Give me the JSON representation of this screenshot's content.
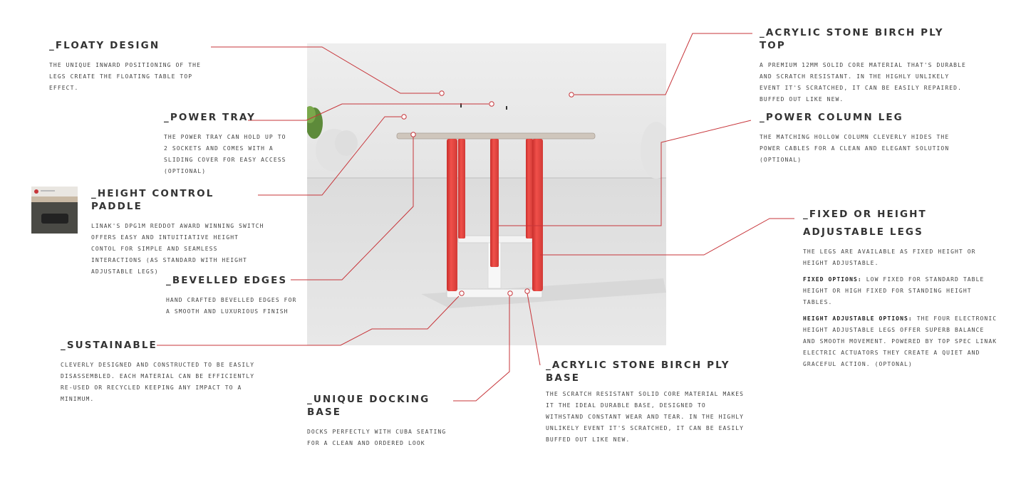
{
  "colors": {
    "accent": "#c7353a",
    "leg_red": "#e8403d",
    "text": "#333333"
  },
  "callouts": {
    "floaty": {
      "title": "_FLOATY DESIGN",
      "desc": "THE UNIQUE INWARD POSITIONING OF THE LEGS CREATE THE FLOATING TABLE TOP EFFECT."
    },
    "power_tray": {
      "title": "_POWER TRAY",
      "desc": "THE POWER TRAY CAN HOLD UP TO 2 SOCKETS AND COMES WITH A SLIDING COVER FOR EASY ACCESS (OPTIONAL)"
    },
    "height_paddle": {
      "title": "_HEIGHT CONTROL PADDLE",
      "desc": "LINAK'S DPG1M REDDOT AWARD WINNING SWITCH OFFERS EASY AND INTUITIATIVE HEIGHT CONTOL FOR SIMPLE AND SEAMLESS INTERACTIONS (AS STANDARD WITH HEIGHT ADJUSTABLE LEGS)"
    },
    "bevelled": {
      "title": "_BEVELLED EDGES",
      "desc": "HAND CRAFTED BEVELLED EDGES FOR A SMOOTH AND LUXURIOUS FINISH"
    },
    "sustainable": {
      "title": "_SUSTAINABLE",
      "desc": "CLEVERLY DESIGNED AND CONSTRUCTED TO BE EASILY DISASSEMBLED. EACH MATERIAL CAN BE EFFICIENTLY RE-USED OR RECYCLED KEEPING ANY IMPACT TO A MINIMUM."
    },
    "docking": {
      "title": "_UNIQUE DOCKING BASE",
      "desc": "DOCKS PERFECTLY WITH CUBA SEATING FOR A CLEAN AND ORDERED LOOK"
    },
    "ply_base": {
      "title": "_ACRYLIC STONE BIRCH PLY BASE",
      "desc": "THE SCRATCH RESISTANT SOLID CORE MATERIAL MAKES IT THE IDEAL DURABLE BASE, DESIGNED TO WITHSTAND CONSTANT WEAR AND TEAR. IN THE HIGHLY UNLIKELY EVENT IT'S SCRATCHED, IT CAN BE EASILY BUFFED OUT LIKE NEW."
    },
    "ply_top": {
      "title": "_ACRYLIC STONE BIRCH PLY TOP",
      "desc": "A PREMIUM 12MM SOLID CORE MATERIAL THAT'S DURABLE AND SCRATCH RESISTANT. IN THE HIGHLY UNLIKELY EVENT IT'S SCRATCHED, IT CAN BE EASILY REPAIRED. BUFFED OUT LIKE NEW."
    },
    "power_column": {
      "title": "_POWER COLUMN LEG",
      "desc": "THE MATCHING HOLLOW COLUMN CLEVERLY HIDES THE POWER CABLES FOR A CLEAN AND ELEGANT SOLUTION (OPTIONAL)"
    },
    "legs": {
      "title_line1": "_FIXED OR HEIGHT",
      "title_line2": "ADJUSTABLE LEGS",
      "desc": "THE LEGS ARE AVAILABLE AS FIXED HEIGHT OR HEIGHT ADJUSTABLE.",
      "fixed_label": "FIXED OPTIONS:",
      "fixed_text": " LOW FIXED FOR STANDARD TABLE HEIGHT OR HIGH FIXED FOR STANDING HEIGHT TABLES.",
      "adjustable_label": "HEIGHT ADJUSTABLE OPTIONS:",
      "adjustable_text": " THE FOUR ELECTRONIC HEIGHT ADJUSTABLE LEGS OFFER SUPERB BALANCE AND SMOOTH MOVEMENT. POWERED BY TOP SPEC LINAK ELECTRIC ACTUATORS THEY CREATE A QUIET AND GRACEFUL ACTION. (OPTONAL)"
    }
  }
}
